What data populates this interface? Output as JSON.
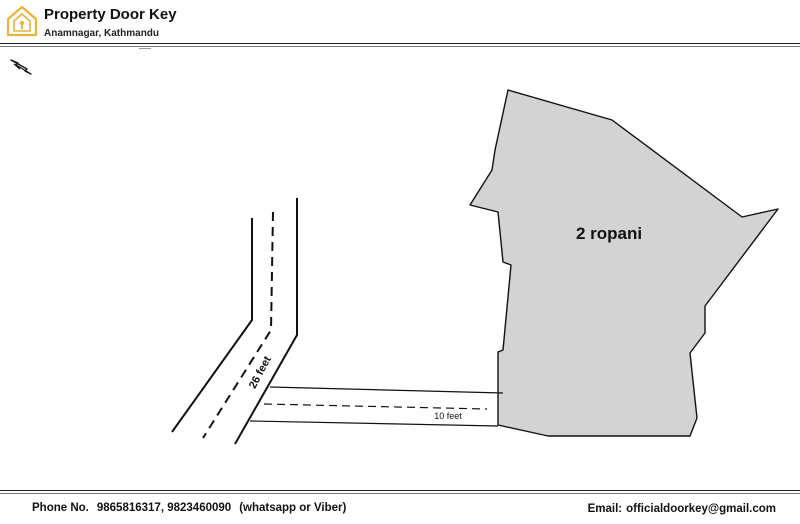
{
  "brand": {
    "name": "Property Door Key",
    "address": "Anamnagar, Kathmandu",
    "logo_color": "#e8b43a"
  },
  "map": {
    "plot_label": "2 ropani",
    "plot_fill": "#d3d3d3",
    "road_width_label": "26 feet",
    "access_width_label": "10 feet",
    "north_icon": "compass-arrow-icon"
  },
  "footer": {
    "phone_label": "Phone No.",
    "phone_numbers": "9865816317, 9823460090",
    "phone_note": "(whatsapp or Viber)",
    "email_label": "Email:",
    "email": "officialdoorkey@gmail.com"
  }
}
